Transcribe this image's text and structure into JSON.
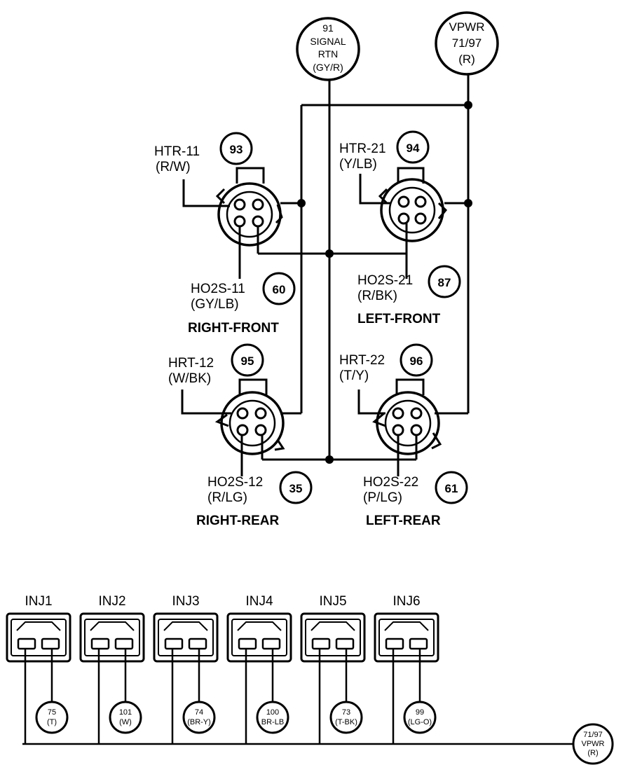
{
  "supply": {
    "signal_rtn": {
      "line1": "91",
      "line2": "SIGNAL",
      "line3": "RTN",
      "line4": "(GY/R)"
    },
    "vpwr": {
      "line1": "VPWR",
      "line2": "71/97",
      "line3": "(R)"
    }
  },
  "sensors": {
    "right_front": {
      "heater_name": "HTR-11",
      "heater_color": "(R/W)",
      "heater_pin": "93",
      "signal_name": "HO2S-11",
      "signal_color": "(GY/LB)",
      "signal_pin": "60",
      "position": "RIGHT-FRONT"
    },
    "left_front": {
      "heater_name": "HTR-21",
      "heater_color": "(Y/LB)",
      "heater_pin": "94",
      "signal_name": "HO2S-21",
      "signal_color": "(R/BK)",
      "signal_pin": "87",
      "position": "LEFT-FRONT"
    },
    "right_rear": {
      "heater_name": "HRT-12",
      "heater_color": "(W/BK)",
      "heater_pin": "95",
      "signal_name": "HO2S-12",
      "signal_color": "(R/LG)",
      "signal_pin": "35",
      "position": "RIGHT-REAR"
    },
    "left_rear": {
      "heater_name": "HRT-22",
      "heater_color": "(T/Y)",
      "heater_pin": "96",
      "signal_name": "HO2S-22",
      "signal_color": "(P/LG)",
      "signal_pin": "61",
      "position": "LEFT-REAR"
    }
  },
  "injectors": [
    {
      "name": "INJ1",
      "pin": "75",
      "color": "(T)"
    },
    {
      "name": "INJ2",
      "pin": "101",
      "color": "(W)"
    },
    {
      "name": "INJ3",
      "pin": "74",
      "color": "(BR-Y)"
    },
    {
      "name": "INJ4",
      "pin": "100",
      "color": "BR-LB"
    },
    {
      "name": "INJ5",
      "pin": "73",
      "color": "(T-BK)"
    },
    {
      "name": "INJ6",
      "pin": "99",
      "color": "(LG-O)"
    }
  ],
  "injector_supply": {
    "line1": "71/97",
    "line2": "VPWR",
    "line3": "(R)"
  }
}
